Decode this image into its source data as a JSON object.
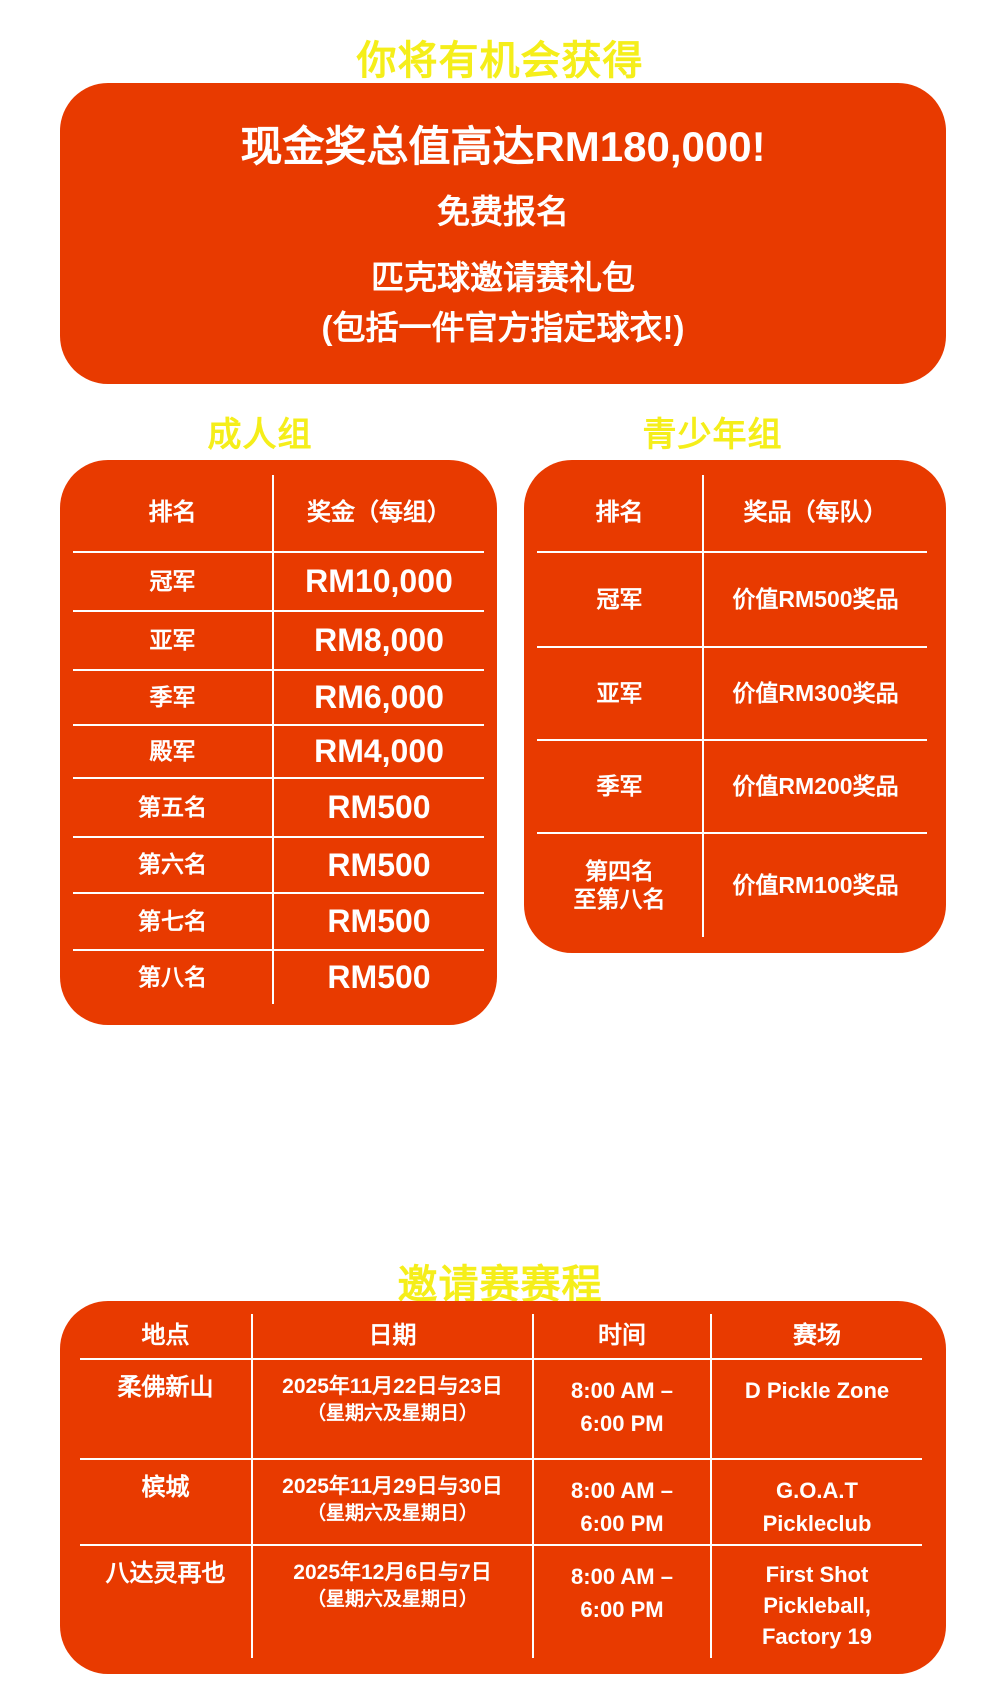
{
  "headline": "你将有机会获得",
  "highlights": {
    "line1": "现金奖总值高达RM180,000!",
    "line2": "免费报名",
    "line3": "匹克球邀请赛礼包",
    "line4": "(包括一件官方指定球衣!)"
  },
  "adult": {
    "title": "成人组",
    "headers": [
      "排名",
      "奖金（每组）"
    ],
    "rows": [
      [
        "冠军",
        "RM10,000"
      ],
      [
        "亚军",
        "RM8,000"
      ],
      [
        "季军",
        "RM6,000"
      ],
      [
        "殿军",
        "RM4,000"
      ],
      [
        "第五名",
        "RM500"
      ],
      [
        "第六名",
        "RM500"
      ],
      [
        "第七名",
        "RM500"
      ],
      [
        "第八名",
        "RM500"
      ]
    ]
  },
  "youth": {
    "title": "青少年组",
    "headers": [
      "排名",
      "奖品（每队）"
    ],
    "rows": [
      [
        "冠军",
        "价值RM500奖品"
      ],
      [
        "亚军",
        "价值RM300奖品"
      ],
      [
        "季军",
        "价值RM200奖品"
      ],
      [
        "第四名\n至第八名",
        "价值RM100奖品"
      ]
    ]
  },
  "schedule": {
    "title": "邀请赛赛程",
    "headers": [
      "地点",
      "日期",
      "时间",
      "赛场"
    ],
    "rows": [
      {
        "place": "柔佛新山",
        "date": "2025年11月22日与23日",
        "days": "（星期六及星期日）",
        "time": "8:00 AM – 6:00 PM",
        "venue": "D Pickle Zone"
      },
      {
        "place": "槟城",
        "date": "2025年11月29日与30日",
        "days": "（星期六及星期日）",
        "time": "8:00 AM – 6:00 PM",
        "venue": "G.O.A.T Pickleclub"
      },
      {
        "place": "八达灵再也",
        "date": "2025年12月6日与7日",
        "days": "（星期六及星期日）",
        "time": "8:00 AM – 6:00 PM",
        "venue": "First Shot Pickleball, Factory 19"
      }
    ]
  },
  "colors": {
    "accent": "#E83A00",
    "title": "#F5EE1A"
  }
}
